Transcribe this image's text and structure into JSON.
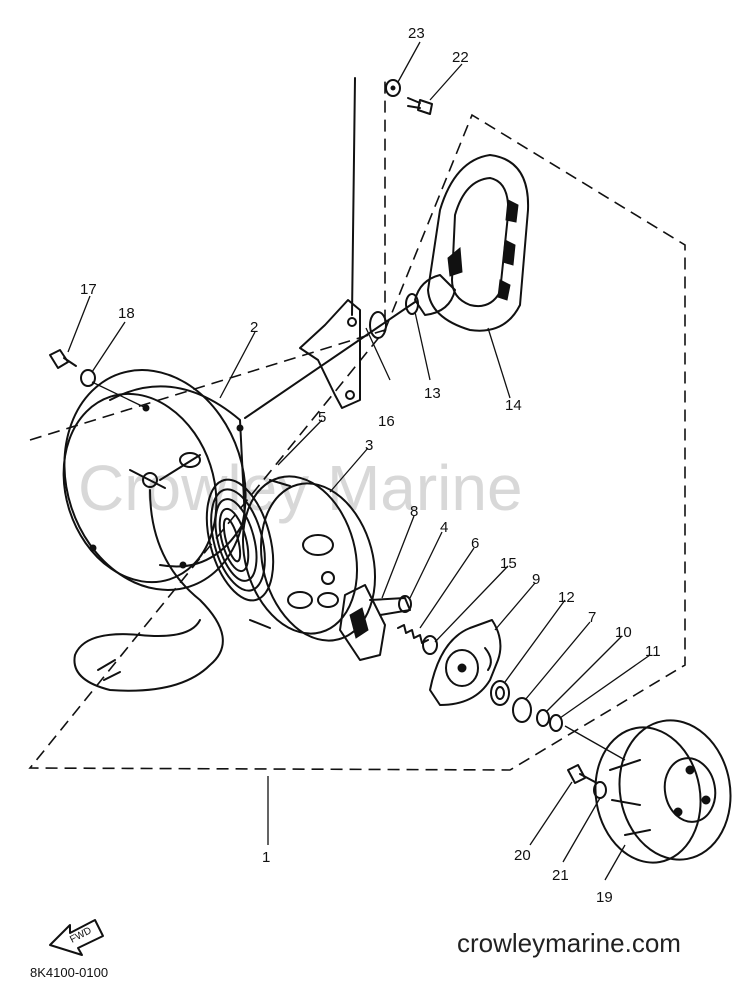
{
  "watermark": "Crowley Marine",
  "site_url": "crowleymarine.com",
  "drawing_code": "8K4100-0100",
  "fwd_label": "FWD",
  "parts": [
    {
      "id": "1",
      "label": "1"
    },
    {
      "id": "2",
      "label": "2"
    },
    {
      "id": "3",
      "label": "3"
    },
    {
      "id": "4",
      "label": "4"
    },
    {
      "id": "5",
      "label": "5"
    },
    {
      "id": "6",
      "label": "6"
    },
    {
      "id": "7",
      "label": "7"
    },
    {
      "id": "8",
      "label": "8"
    },
    {
      "id": "9",
      "label": "9"
    },
    {
      "id": "10",
      "label": "10"
    },
    {
      "id": "11",
      "label": "11"
    },
    {
      "id": "12",
      "label": "12"
    },
    {
      "id": "13",
      "label": "13"
    },
    {
      "id": "14",
      "label": "14"
    },
    {
      "id": "15",
      "label": "15"
    },
    {
      "id": "16",
      "label": "16"
    },
    {
      "id": "17",
      "label": "17"
    },
    {
      "id": "18",
      "label": "18"
    },
    {
      "id": "19",
      "label": "19"
    },
    {
      "id": "20",
      "label": "20"
    },
    {
      "id": "21",
      "label": "21"
    },
    {
      "id": "22",
      "label": "22"
    },
    {
      "id": "23",
      "label": "23"
    }
  ]
}
